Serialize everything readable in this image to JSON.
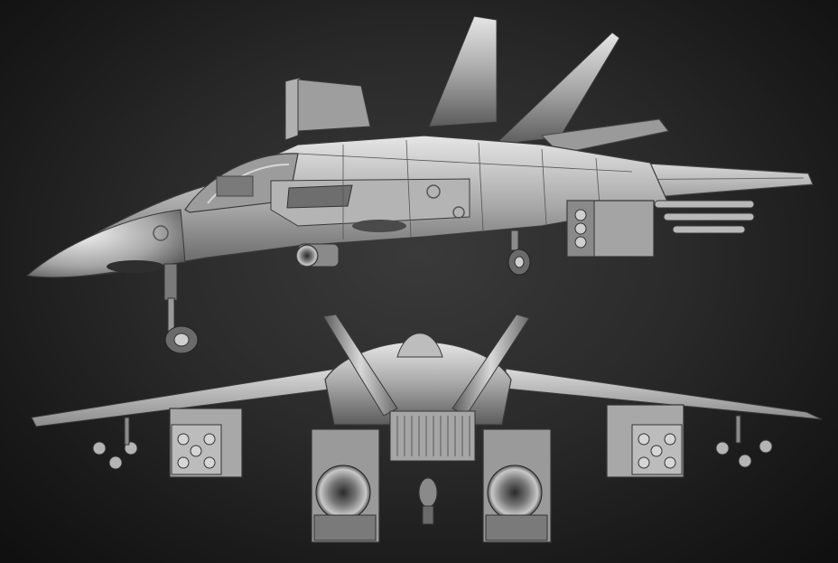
{
  "scene": {
    "subject": "fighter-jet-3d-render",
    "views": [
      "side-three-quarter-view",
      "rear-view"
    ],
    "colors": {
      "background_light": "#3a3a3a",
      "background_dark": "#0f0f0f",
      "metal_light": "#e2e2e2",
      "metal_mid": "#a9a9a9",
      "metal_dark": "#4a4a4a"
    }
  }
}
